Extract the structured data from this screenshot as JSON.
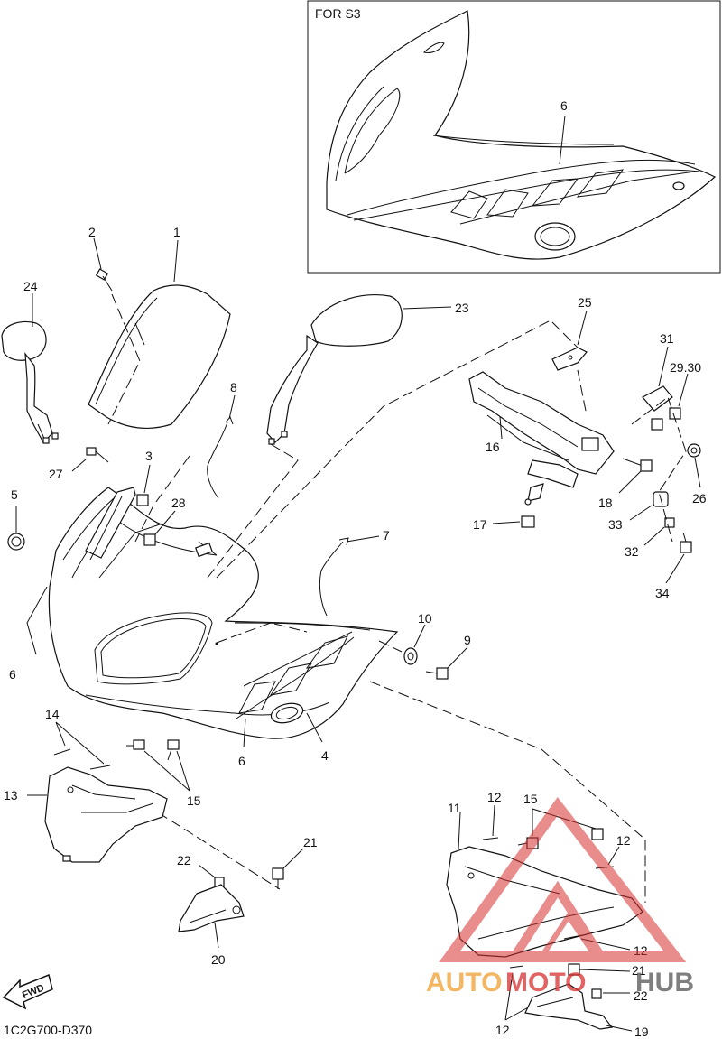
{
  "diagram": {
    "inset_title": "FOR S3",
    "diagram_code": "1C2G700-D370",
    "fwd_label": "FWD",
    "watermark": {
      "part1": "AUTO",
      "part2": "MOTO",
      "part3": "HUB",
      "color_orange": "#f0a030",
      "color_red": "#d83030",
      "color_gray": "#555555"
    },
    "callouts": {
      "c1": "1",
      "c2": "2",
      "c3": "3",
      "c4": "4",
      "c5": "5",
      "c6_inset": "6",
      "c6_left": "6",
      "c6_bottom": "6",
      "c7": "7",
      "c8": "8",
      "c9": "9",
      "c10": "10",
      "c11": "11",
      "c12_a": "12",
      "c12_b": "12",
      "c12_c": "12",
      "c12_d": "12",
      "c13": "13",
      "c14": "14",
      "c15_a": "15",
      "c15_b": "15",
      "c16": "16",
      "c17": "17",
      "c18": "18",
      "c19": "19",
      "c20": "20",
      "c21_a": "21",
      "c21_b": "21",
      "c22_a": "22",
      "c22_b": "22",
      "c23": "23",
      "c24": "24",
      "c25": "25",
      "c26": "26",
      "c27": "27",
      "c28": "28",
      "c29_30": "29.30",
      "c31": "31",
      "c32": "32",
      "c33": "33",
      "c34": "34"
    }
  }
}
